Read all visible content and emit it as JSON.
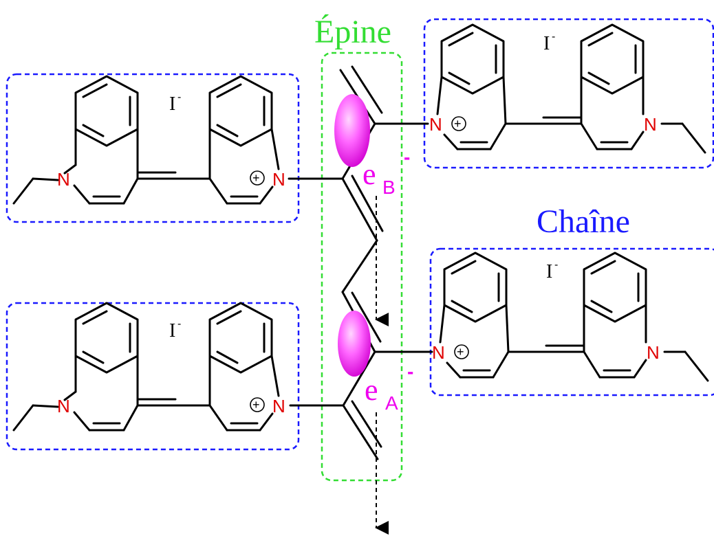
{
  "labels": {
    "spine": "Épine",
    "chain": "Chaîne",
    "nitrogen": "N",
    "iodide": "I",
    "iodide_charge": "-",
    "plus": "+",
    "electron_b": "e",
    "electron_b_sub": "B",
    "electron_a": "e",
    "electron_a_sub": "A",
    "minus": "-"
  },
  "colors": {
    "nitrogen": "#e00000",
    "chain_box": "#1a1aff",
    "spine_box": "#33dd33",
    "electron": "#ee00ee"
  }
}
